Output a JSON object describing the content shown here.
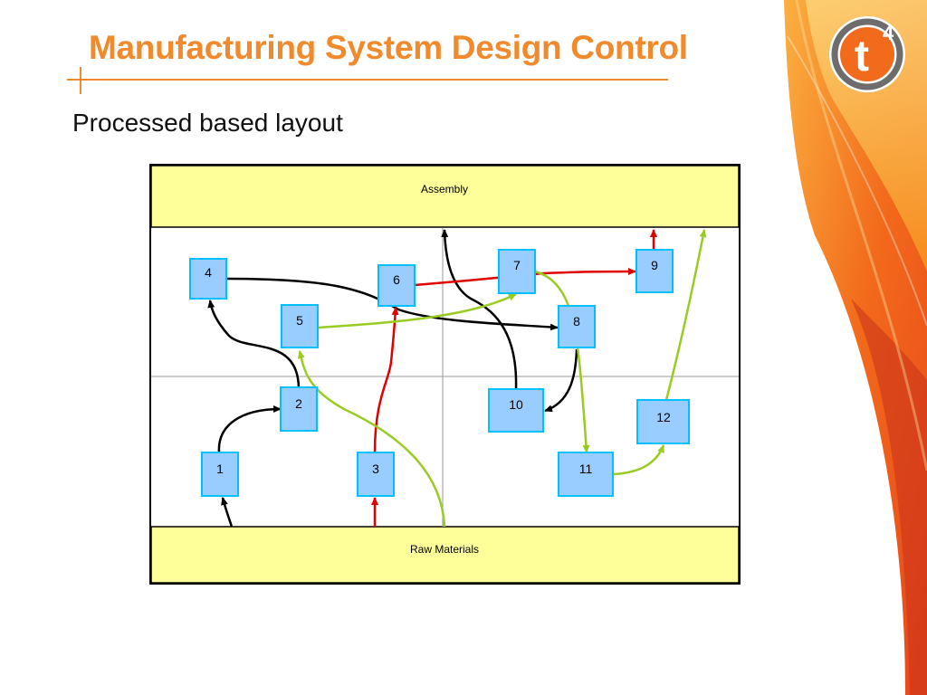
{
  "slide": {
    "title": "Manufacturing System Design Control",
    "subtitle": "Processed based layout",
    "logo_text": "t",
    "logo_superscript": "4"
  },
  "diagram": {
    "assembly_label": "Assembly",
    "raw_materials_label": "Raw Materials",
    "stations": [
      "1",
      "2",
      "3",
      "4",
      "5",
      "6",
      "7",
      "8",
      "9",
      "10",
      "11",
      "12"
    ]
  },
  "colors": {
    "title": "#f08a2c",
    "zone_fill": "#ffff99",
    "station_fill": "#99ccff",
    "station_border": "#00c0ff",
    "flow_black": "#000000",
    "flow_red": "#e00000",
    "flow_green": "#99cc22"
  }
}
